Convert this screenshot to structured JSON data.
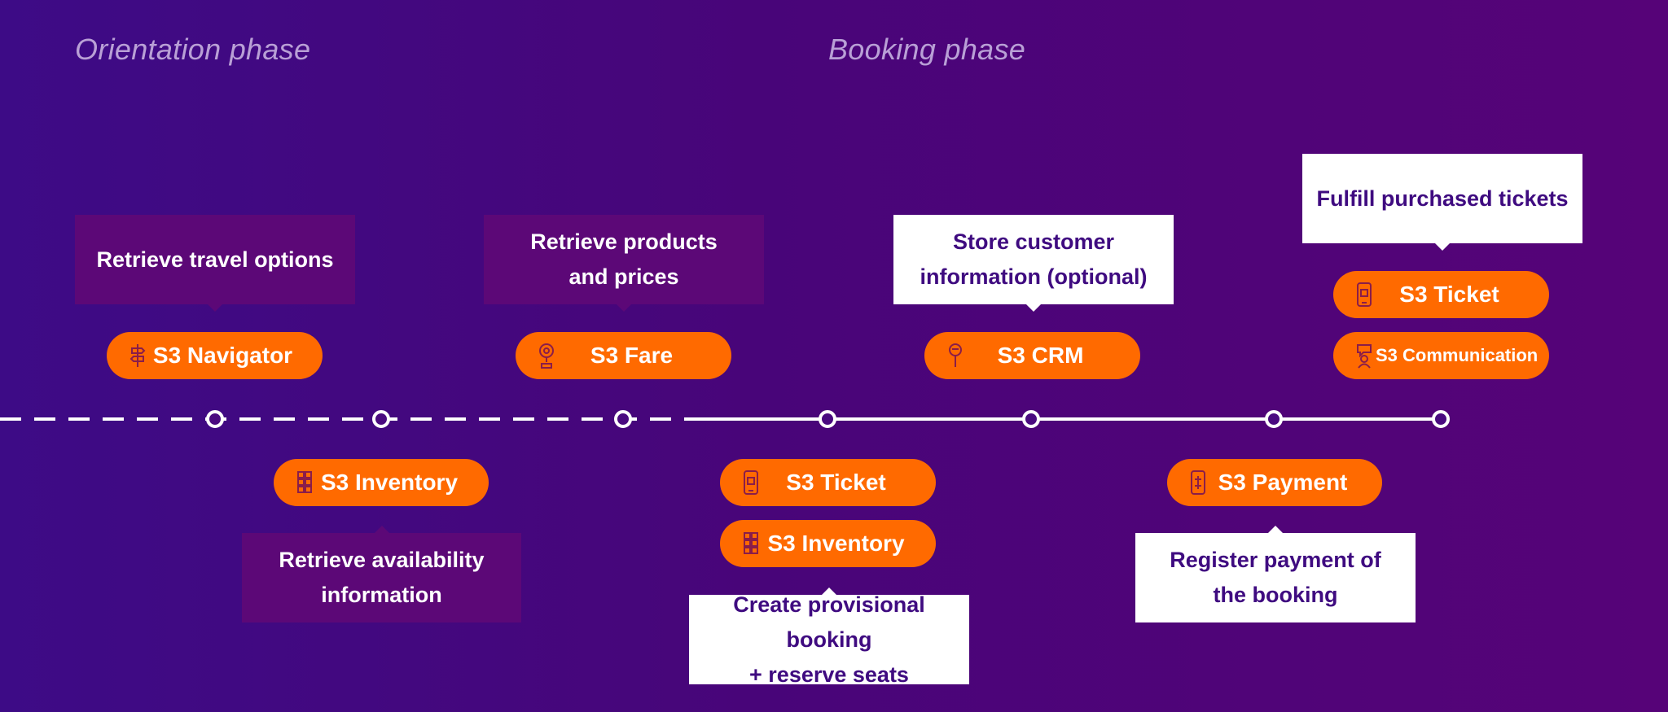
{
  "phases": {
    "orientation": "Orientation phase",
    "booking": "Booking phase"
  },
  "boxes": {
    "travel_options": [
      "Retrieve travel options"
    ],
    "products_prices": [
      "Retrieve products",
      "and prices"
    ],
    "customer_info": [
      "Store customer",
      "information (optional)"
    ],
    "fulfill": [
      "Fulfill purchased tickets"
    ],
    "availability": [
      "Retrieve availability",
      "information"
    ],
    "provisional": [
      "Create provisional booking",
      "+ reserve seats"
    ],
    "payment": [
      "Register payment of",
      "the booking"
    ]
  },
  "pills": {
    "navigator": "S3 Navigator",
    "fare": "S3 Fare",
    "crm": "S3 CRM",
    "ticket_top": "S3 Ticket",
    "communication": "S3 Communication",
    "inventory_1": "S3 Inventory",
    "ticket_mid": "S3 Ticket",
    "inventory_2": "S3 Inventory",
    "payment": "S3 Payment"
  },
  "icons": {
    "navigator": "signpost-icon",
    "fare": "price-pin-icon",
    "crm": "person-pin-icon",
    "ticket": "mobile-ticket-icon",
    "communication": "chat-person-icon",
    "inventory": "seat-grid-icon",
    "payment": "card-phone-icon"
  },
  "colors": {
    "pill": "#ff6a00",
    "dark_box": "#5c0877",
    "light_box": "#ffffff",
    "light_box_text": "#3f0b80",
    "phase_text": "#b9a0d6"
  }
}
